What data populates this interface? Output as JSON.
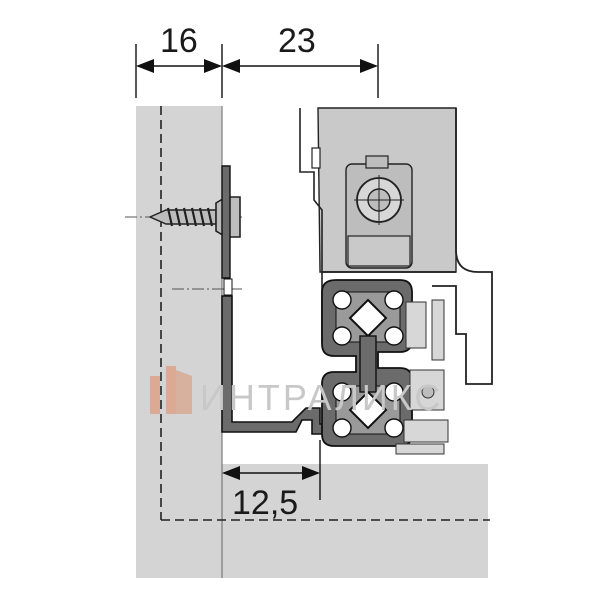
{
  "dimensions": {
    "panel_thickness": "16",
    "runner_offset": "23",
    "bottom_clearance": "12,5"
  },
  "watermark": {
    "text": "ИНТРАЛИКС"
  },
  "colors": {
    "panel": "#d4d4d4",
    "drawer_side": "#c9c9c9",
    "profile_fill": "#6b6b6b",
    "outline": "#222222",
    "dimension_line": "#111111",
    "watermark_accent": "#e07a4a"
  }
}
